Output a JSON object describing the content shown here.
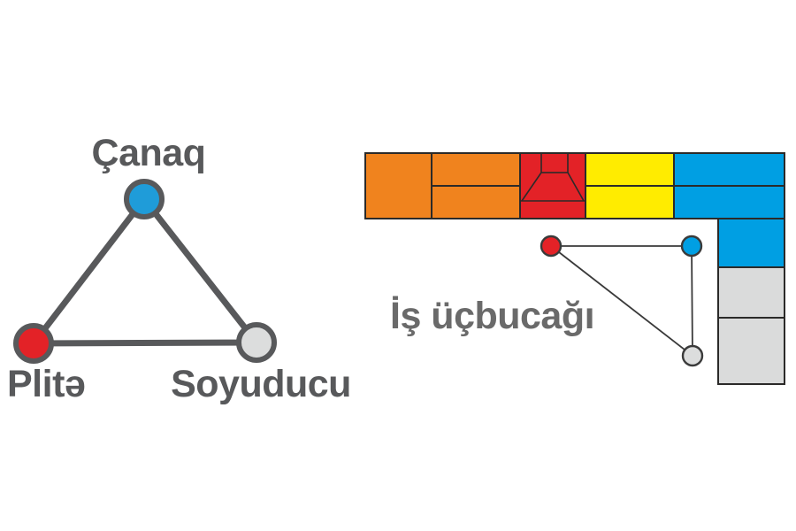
{
  "colors": {
    "background": "#FFFFFF",
    "orange": "#F0831E",
    "red": "#E32227",
    "yellow": "#FFEC00",
    "blue": "#009FE3",
    "node-blue": "#1F9CD9",
    "gray-block": "#DADBDB",
    "gray-node": "#DCDDDD",
    "ring": "#58595B",
    "block-border": "#2B2A29",
    "thin-line": "#3A3A3A",
    "label": "#58595B",
    "title": "#6A6A6A"
  },
  "left_diagram": {
    "description": "work triangle concept with three appliance nodes",
    "nodes": [
      {
        "id": "sink",
        "label": "Çanaq",
        "color": "#1F9CD9"
      },
      {
        "id": "stove",
        "label": "Plitə",
        "color": "#E32227"
      },
      {
        "id": "fridge",
        "label": "Soyuducu",
        "color": "#DCDDDD"
      }
    ]
  },
  "right_diagram": {
    "title": "İş üçbucağı",
    "triangle_nodes": [
      {
        "id": "stove-node",
        "color": "#E32227"
      },
      {
        "id": "sink-node",
        "color": "#009FE3"
      },
      {
        "id": "fridge-node",
        "color": "#D9DADA"
      }
    ],
    "kitchen_blocks": [
      {
        "id": "counter-orange-left",
        "color": "orange"
      },
      {
        "id": "counter-orange-split",
        "color": "orange"
      },
      {
        "id": "stove-with-hood",
        "color": "red"
      },
      {
        "id": "counter-yellow-split",
        "color": "yellow"
      },
      {
        "id": "sink-counter-top",
        "color": "blue"
      },
      {
        "id": "sink-counter-side",
        "color": "blue"
      },
      {
        "id": "fridge-upper",
        "color": "gray"
      },
      {
        "id": "fridge-lower",
        "color": "gray"
      }
    ]
  }
}
